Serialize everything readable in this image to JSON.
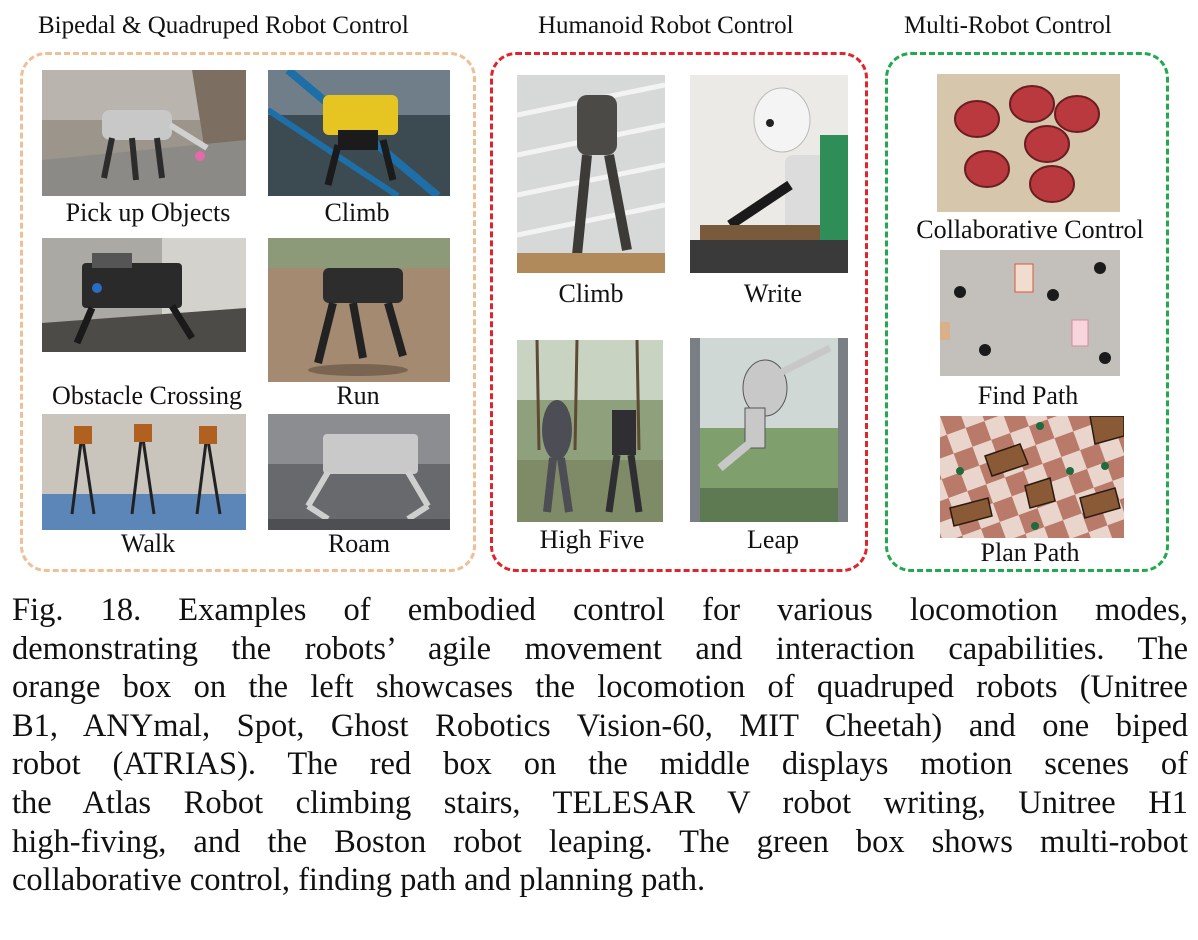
{
  "groups": {
    "left": {
      "title": "Bipedal & Quadruped Robot Control",
      "color": "#efbf96",
      "labels": [
        "Pick up Objects",
        "Climb",
        "Obstacle Crossing",
        "Run",
        "Walk",
        "Roam"
      ]
    },
    "middle": {
      "title": "Humanoid Robot Control",
      "color": "#e0242a",
      "labels": [
        "Climb",
        "Write",
        "High Five",
        "Leap"
      ]
    },
    "right": {
      "title": "Multi-Robot Control",
      "color": "#22a94d",
      "labels": [
        "Collaborative Control",
        "Find Path",
        "Plan Path"
      ]
    }
  },
  "caption": {
    "lines": [
      "Fig. 18.  Examples of embodied control for various locomotion modes,",
      "demonstrating the robots’ agile movement and interaction capabilities. The",
      "orange box on the left showcases the locomotion of quadruped robots (Unitree",
      "B1, ANYmal, Spot, Ghost Robotics Vision-60, MIT Cheetah) and one biped",
      "robot (ATRIAS). The red box on the middle displays motion scenes of",
      "the Atlas Robot climbing stairs, TELESAR V robot writing, Unitree H1",
      "high-fiving, and the Boston robot leaping. The green box shows multi-robot",
      "collaborative control, finding path and planning path."
    ]
  }
}
